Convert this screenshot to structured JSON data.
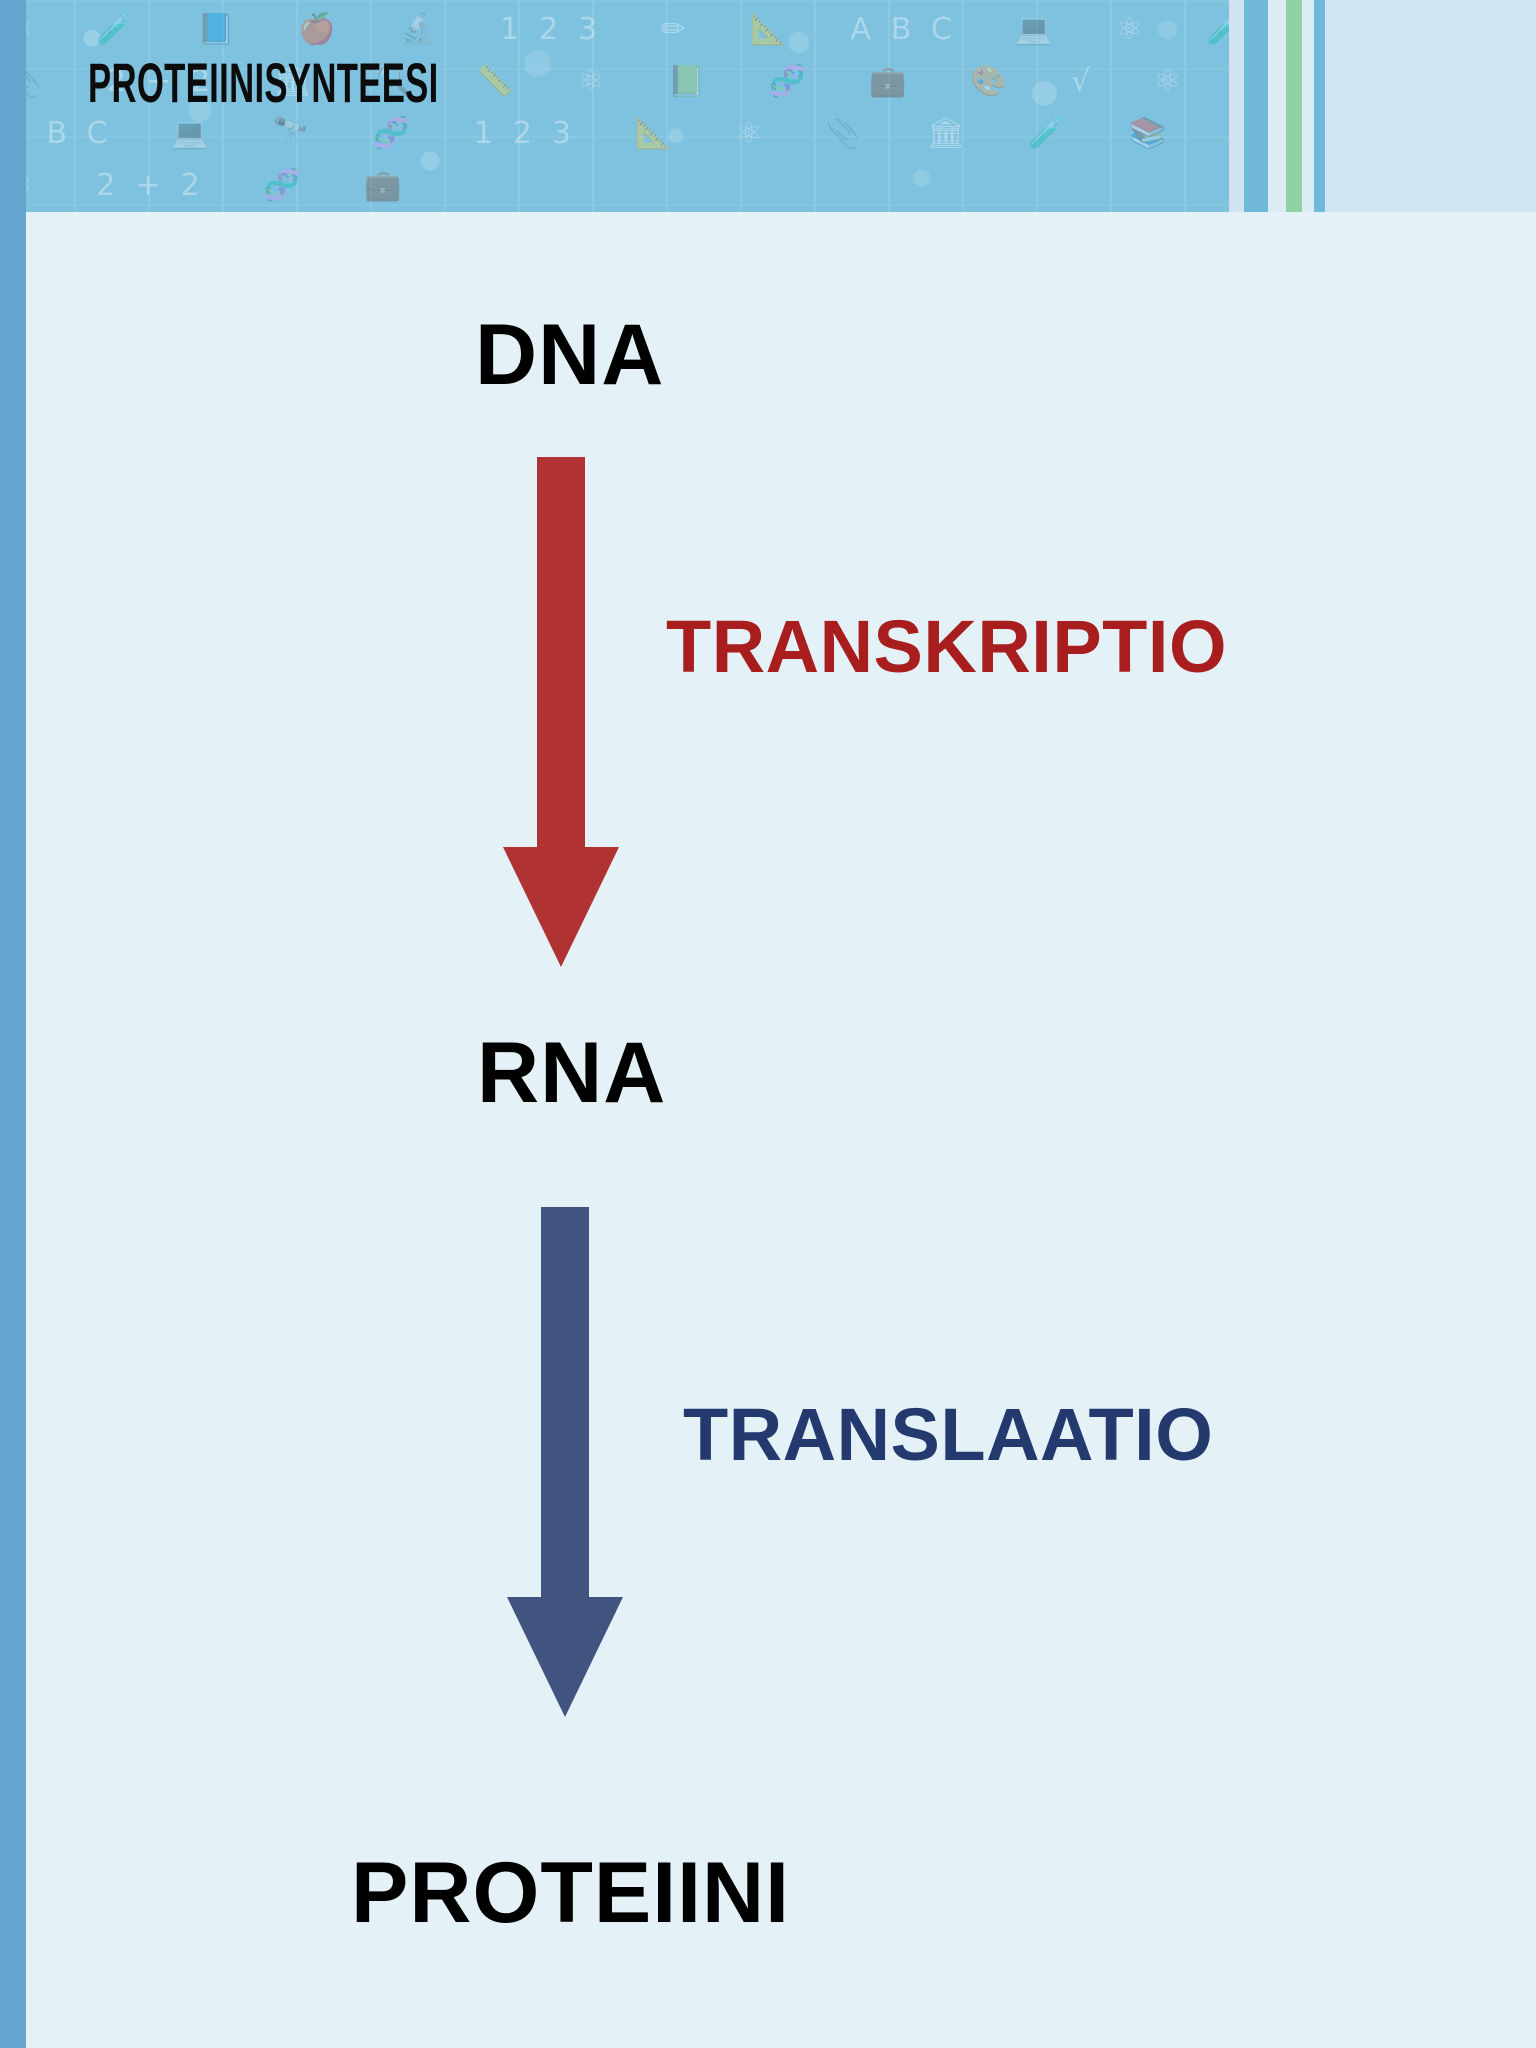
{
  "slide": {
    "title": "PROTEIINISYNTEESI",
    "background_color": "#e4f1f7",
    "header_color": "#7ec2e0",
    "left_strip_color": "#64a4ce",
    "header_pattern": "science-education-icons",
    "header_pattern_glyphs": "⚛ 🧪 📘 🍎 🔬 123 ✏ 📐 ABC 💻 ⚛ 🧪 📚 🧬 📎 2+2 🏛 🔍 📏 ⚛ 📗 🧬 💼 🎨 √ ⚛ 📓 🧪 🍎 ABC 💻 🔭 🧬 123 📐 ⚛ 📎 🏛 🧪 📚 ✏ 🔬 🍎 ⚛ 2+2 🧬 💼"
  },
  "header_stripes": [
    {
      "name": "stripe-light-1",
      "color": "#cfe4f0"
    },
    {
      "name": "stripe-blue-1",
      "color": "#6fb8da"
    },
    {
      "name": "stripe-light-2",
      "color": "#dbecf4"
    },
    {
      "name": "stripe-green",
      "color": "#8fd3a4"
    },
    {
      "name": "stripe-light-3",
      "color": "#dbecf4"
    },
    {
      "name": "stripe-blue-2",
      "color": "#6fb8da"
    }
  ],
  "diagram": {
    "type": "flow",
    "nodes": [
      {
        "id": "dna",
        "label": "DNA",
        "color": "#000000"
      },
      {
        "id": "rna",
        "label": "RNA",
        "color": "#000000"
      },
      {
        "id": "protein",
        "label": "PROTEIINI",
        "color": "#000000"
      }
    ],
    "steps": [
      {
        "id": "transkriptio",
        "label": "TRANSKRIPTIO",
        "from": "dna",
        "to": "rna",
        "arrow_color": "#b03232",
        "text_color": "#a81e1e",
        "direction": "down"
      },
      {
        "id": "translaatio",
        "label": "TRANSLAATIO",
        "from": "rna",
        "to": "protein",
        "arrow_color": "#41547f",
        "text_color": "#24396e",
        "direction": "down"
      }
    ]
  }
}
